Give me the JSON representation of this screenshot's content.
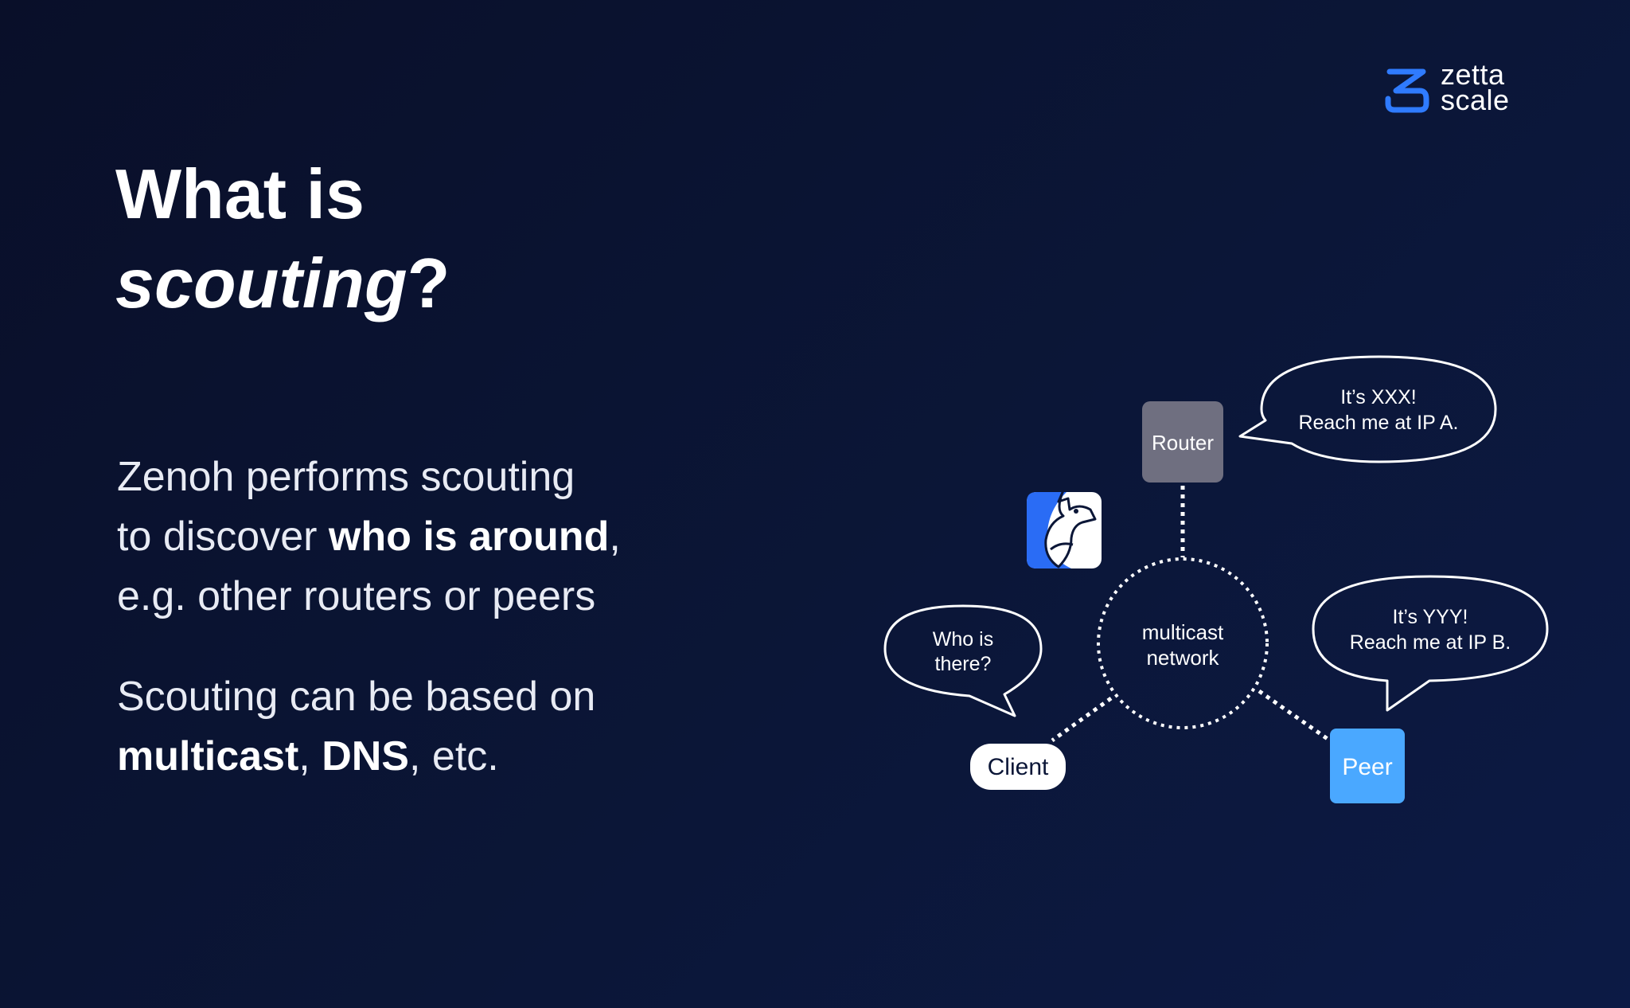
{
  "logo": {
    "line1": "zetta",
    "line2": "scale",
    "color": "#2f7bff"
  },
  "title": {
    "line1": "What is",
    "line2_italic": "scouting",
    "line2_suffix": "?"
  },
  "paragraph1": {
    "a": "Zenoh performs scouting",
    "b": "to discover ",
    "b_bold": "who is around",
    "b_end": ",",
    "c": "e.g. other routers or peers"
  },
  "paragraph2": {
    "a": "Scouting can be based on",
    "b_bold1": "multicast",
    "b_sep": ", ",
    "b_bold2": "DNS",
    "b_end": ", etc."
  },
  "diagram": {
    "network_label": [
      "multicast",
      "network"
    ],
    "router": {
      "label": "Router",
      "color": "#6f6f80"
    },
    "client": {
      "label": "Client",
      "color": "#ffffff"
    },
    "peer": {
      "label": "Peer",
      "color": "#4aa8ff"
    },
    "bubble_client": [
      "Who is",
      "there?"
    ],
    "bubble_router": [
      "It’s XXX!",
      "Reach me at  IP A."
    ],
    "bubble_peer": [
      "It’s YYY!",
      "Reach me at IP B."
    ],
    "app_icon": "zenoh-dragon-icon"
  }
}
